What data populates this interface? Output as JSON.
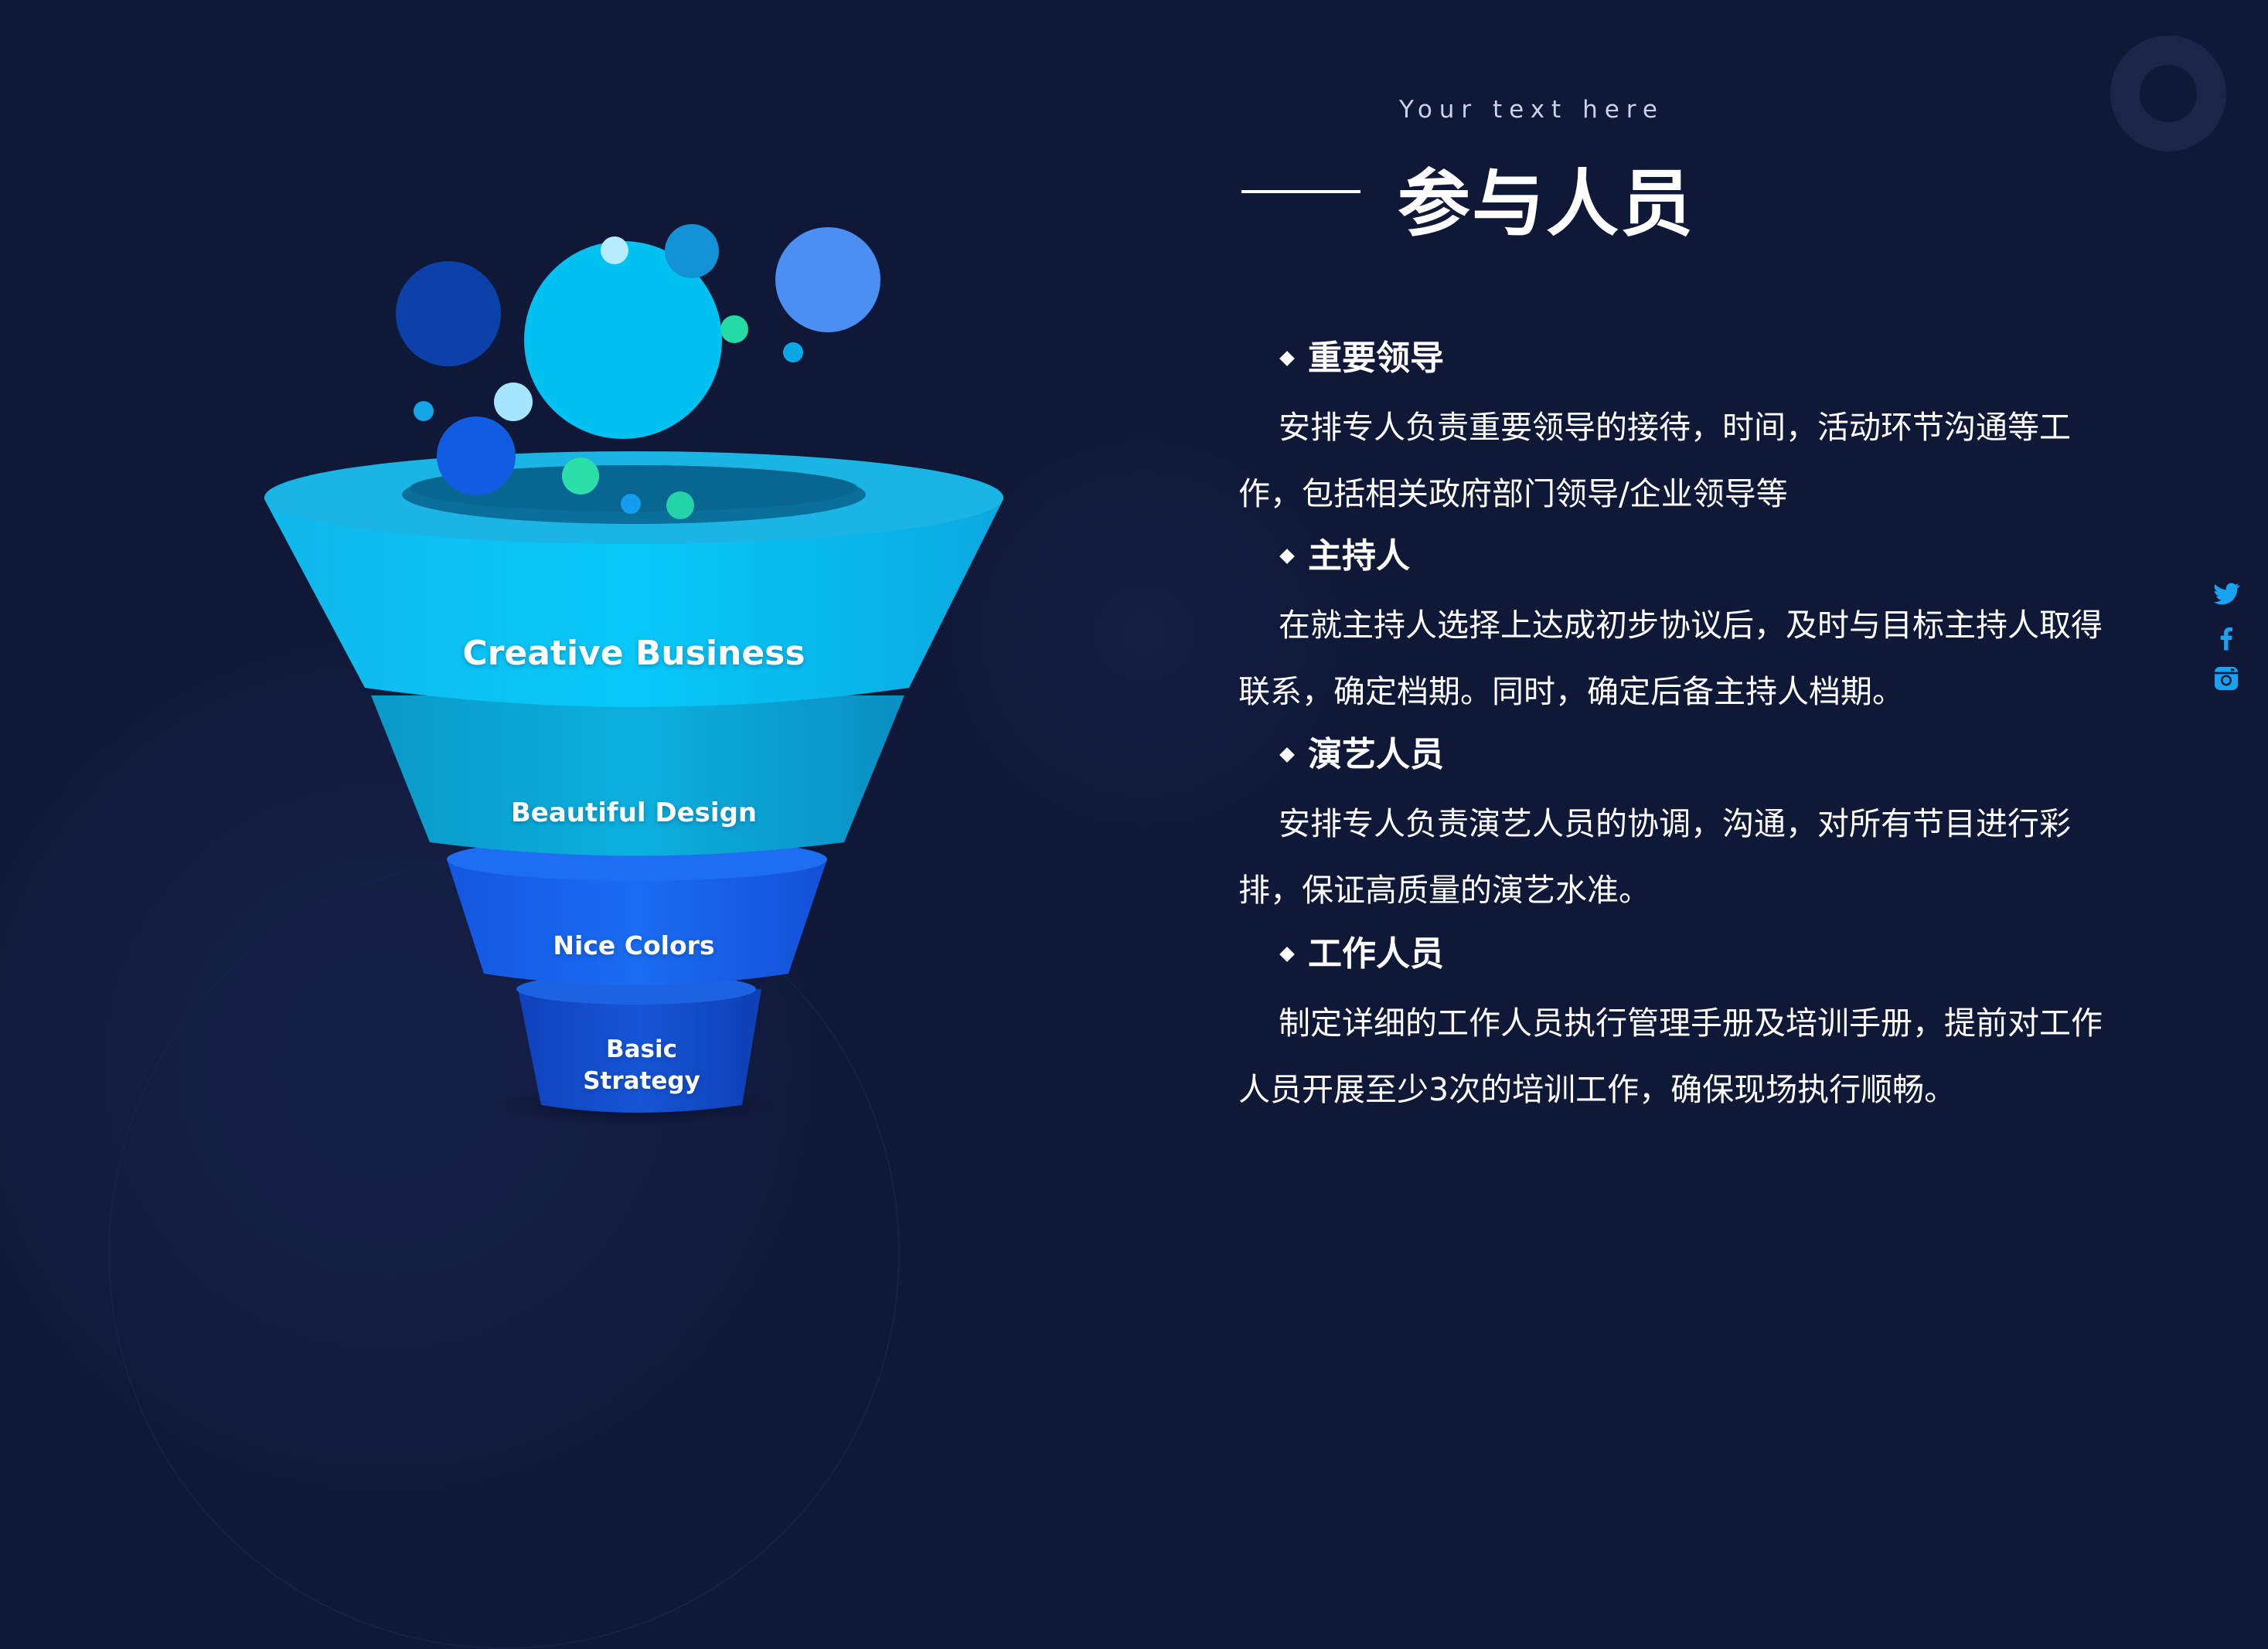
{
  "funnel": {
    "tiers": [
      {
        "label": "Creative Business"
      },
      {
        "label": "Beautiful Design"
      },
      {
        "label": "Nice Colors"
      },
      {
        "label_line1": "Basic",
        "label_line2": "Strategy"
      }
    ]
  },
  "header": {
    "subtitle": "Your text here",
    "title": "参与人员"
  },
  "sections": [
    {
      "heading": "重要领导",
      "body": "安排专人负责重要领导的接待，时间，活动环节沟通等工作，包括相关政府部门领导/企业领导等"
    },
    {
      "heading": "主持人",
      "body": "在就主持人选择上达成初步协议后，及时与目标主持人取得联系，确定档期。同时，确定后备主持人档期。"
    },
    {
      "heading": "演艺人员",
      "body": "安排专人负责演艺人员的协调，沟通，对所有节目进行彩排，保证高质量的演艺水准。"
    },
    {
      "heading": "工作人员",
      "body": "制定详细的工作人员执行管理手册及培训手册，提前对工作人员开展至少3次的培训工作，确保现场执行顺畅。"
    }
  ],
  "social_icons": [
    "twitter-icon",
    "facebook-icon",
    "instagram-icon"
  ],
  "colors": {
    "background": "#0f1837",
    "accent_cyan": "#00c6f7",
    "accent_blue": "#1a5fe8",
    "social": "#18a3f2"
  }
}
